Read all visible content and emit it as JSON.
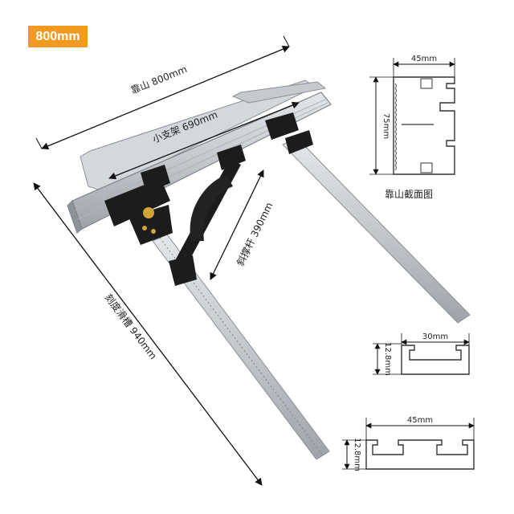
{
  "badge": "800mm",
  "dimensions": {
    "fence_length": "靠山 800mm",
    "support_length": "小支架 690mm",
    "brace_length": "斜撑杆 390mm",
    "slide_length": "刻度滑槽 940mm"
  },
  "profile_fence": {
    "caption": "靠山截面图",
    "width": "45mm",
    "height": "75mm"
  },
  "profile_track_small": {
    "width": "30mm",
    "height": "12.8mm"
  },
  "profile_track_large": {
    "width": "45mm",
    "height": "12.8mm"
  },
  "colors": {
    "badge": "#f29a1f",
    "aluminum": "#c9ccd1",
    "aluminum_dark": "#9ea3a9",
    "hardware": "#1c1c1c",
    "brass": "#d4a43a"
  }
}
